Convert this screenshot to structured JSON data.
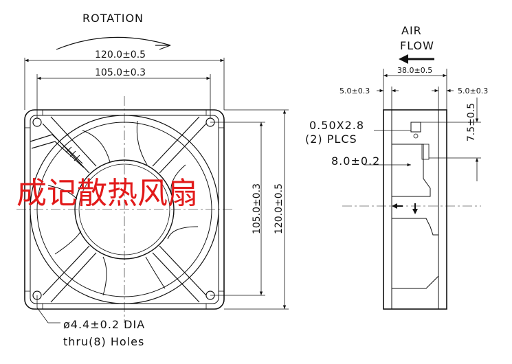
{
  "front_view": {
    "rotation_label": "ROTATION",
    "outer_width": "120.0±0.5",
    "hole_spacing_width": "105.0±0.3",
    "hole_spacing_height": "105.0±0.3",
    "outer_height": "120.0±0.5",
    "hole_note_line1": "ø4.4±0.2 DIA",
    "hole_note_line2": "thru(8) Holes"
  },
  "side_view": {
    "airflow_line1": "AIR",
    "airflow_line2": "FLOW",
    "depth": "38.0±0.5",
    "flange_left": "5.0±0.3",
    "flange_right": "5.0±0.3",
    "terminal_size": "0.50X2.8",
    "terminal_count": "(2) PLCS",
    "terminal_offset": "8.0±0.2",
    "terminal_height": "7.5±0.5"
  },
  "watermark": "成记散热风扇"
}
